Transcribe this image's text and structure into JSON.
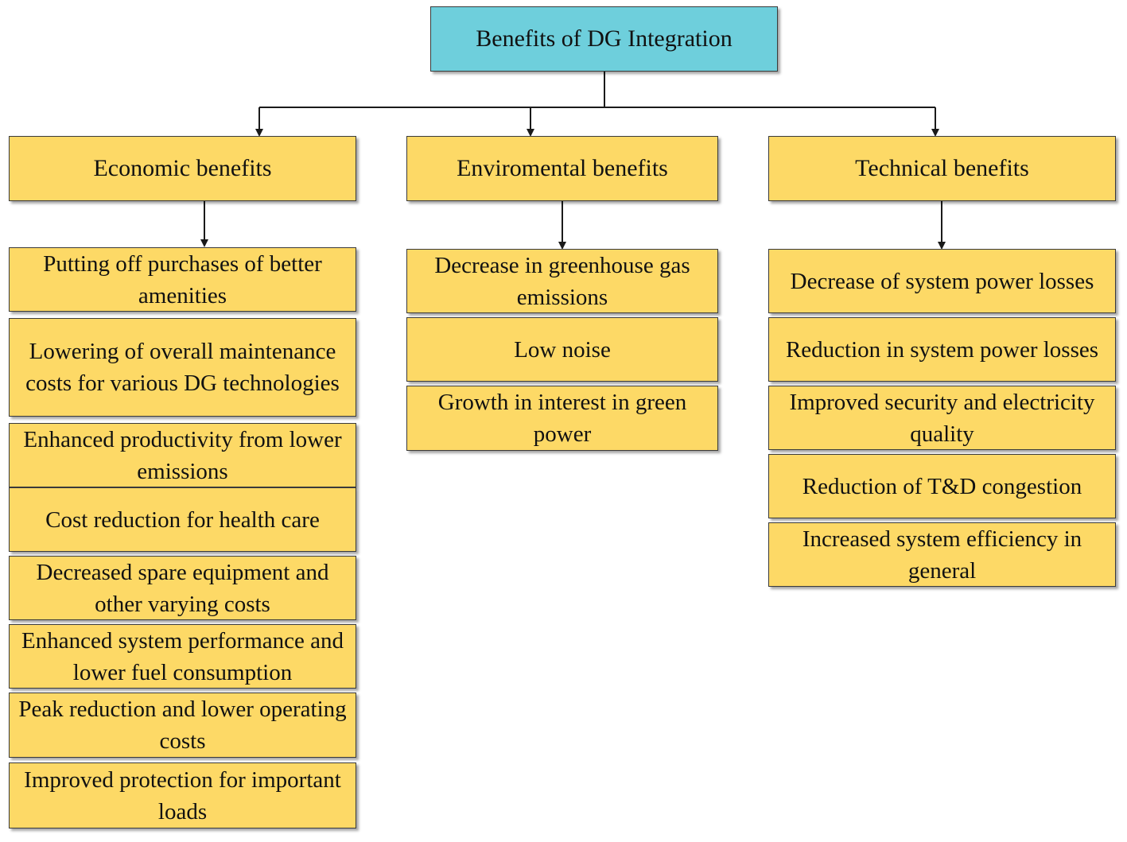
{
  "colors": {
    "root_fill": "#6ecfdc",
    "box_fill": "#fdd966",
    "border": "#3a3a3a",
    "line": "#1a1a1a"
  },
  "root": {
    "label": "Benefits of DG Integration"
  },
  "categories": [
    {
      "label": "Economic benefits",
      "items": [
        "Putting off purchases of better amenities",
        "Lowering of overall maintenance costs for various DG technologies",
        "Enhanced productivity from lower emissions",
        "Cost reduction for health care",
        "Decreased spare equipment and other varying costs",
        "Enhanced system performance and lower fuel consumption",
        "Peak reduction and lower operating costs",
        "Improved protection for important loads"
      ]
    },
    {
      "label": "Enviromental benefits",
      "items": [
        "Decrease in greenhouse gas emissions",
        "Low noise",
        "Growth in interest in green power"
      ]
    },
    {
      "label": "Technical benefits",
      "items": [
        "Decrease of system power losses",
        "Reduction in system power losses",
        "Improved security and electricity quality",
        "Reduction of T&D congestion",
        "Increased system efficiency in general"
      ]
    }
  ]
}
